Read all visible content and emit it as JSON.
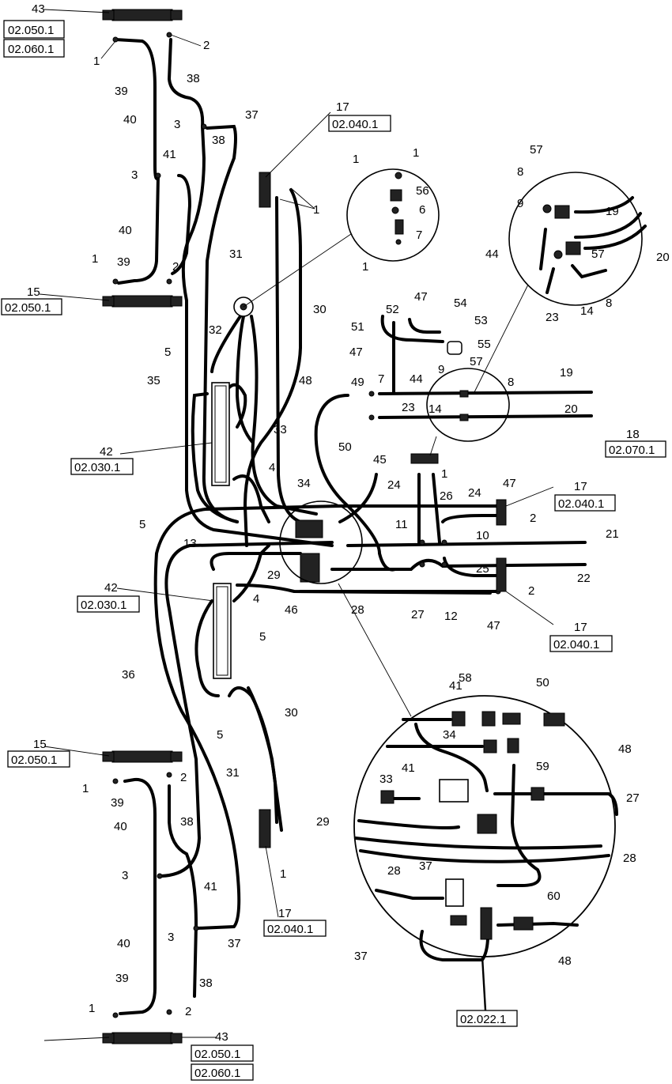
{
  "callouts": {
    "c43_top": "43",
    "c1_a": "1",
    "c2_a": "2",
    "c39_a": "39",
    "c38_a": "38",
    "c40_a": "40",
    "c3_a": "3",
    "c37_a": "37",
    "c38_b": "38",
    "c41_a": "41",
    "c3_b": "3",
    "c40_b": "40",
    "c1_b": "1",
    "c39_b": "39",
    "c2_b": "2",
    "c15_a": "15",
    "c17_a": "17",
    "c1_c": "1",
    "c31_a": "31",
    "c30_a": "30",
    "c32": "32",
    "c5_a": "5",
    "c35": "35",
    "c33_a": "33",
    "c42_a": "42",
    "c4_a": "4",
    "c34_a": "34",
    "c5_b": "5",
    "c13": "13",
    "c29_a": "29",
    "c4_b": "4",
    "c42_b": "42",
    "c5_c": "5",
    "c46": "46",
    "c28_a": "28",
    "c27_a": "27",
    "c12": "12",
    "c47_a": "47",
    "c17_b": "17",
    "c36": "36",
    "c5_d": "5",
    "c30_b": "30",
    "c15_b": "15",
    "c1_d": "1",
    "c2_c": "2",
    "c39_c": "39",
    "c38_c": "38",
    "c40_c": "40",
    "c31_b": "31",
    "c3_c": "3",
    "c41_b": "41",
    "c1_e": "1",
    "c17_c": "17",
    "c3_d": "3",
    "c37_b": "37",
    "c40_d": "40",
    "c39_d": "39",
    "c38_d": "38",
    "c1_f": "1",
    "c2_d": "2",
    "c43_bot": "43",
    "d1_a": "1",
    "d1_b": "1",
    "d56": "56",
    "d6": "6",
    "d7": "7",
    "d1_c": "1",
    "e57_a": "57",
    "e8_a": "8",
    "e9_a": "9",
    "e19_a": "19",
    "e44_a": "44",
    "e57_b": "57",
    "e20_a": "20",
    "e8_b": "8",
    "e14_a": "14",
    "e23_a": "23",
    "f47_a": "47",
    "f52": "52",
    "f54": "54",
    "f51": "51",
    "f53": "53",
    "f47_b": "47",
    "f55": "55",
    "f9": "9",
    "f57": "57",
    "f48_a": "48",
    "f49": "49",
    "f7": "7",
    "f44": "44",
    "f8": "8",
    "f19": "19",
    "f23": "23",
    "f14": "14",
    "f20": "20",
    "f50": "50",
    "f18": "18",
    "f1": "1",
    "f45": "45",
    "f24_a": "24",
    "f26": "26",
    "f24_b": "24",
    "f47_c": "47",
    "f17": "17",
    "f2_a": "2",
    "f11": "11",
    "f10": "10",
    "f21": "21",
    "f25": "25",
    "f22": "22",
    "f2_b": "2",
    "g41_a": "41",
    "g58": "58",
    "g50": "50",
    "g34": "34",
    "g48_a": "48",
    "g41_b": "41",
    "g59": "59",
    "g33": "33",
    "g27": "27",
    "g29": "29",
    "g37_a": "37",
    "g28_a": "28",
    "g28_b": "28",
    "g60": "60",
    "g37_b": "37",
    "g48_b": "48"
  },
  "references": {
    "r_02_050_1_a": "02.050.1",
    "r_02_060_1_a": "02.060.1",
    "r_02_050_1_b": "02.050.1",
    "r_02_040_1_a": "02.040.1",
    "r_02_030_1_a": "02.030.1",
    "r_02_070_1": "02.070.1",
    "r_02_040_1_b": "02.040.1",
    "r_02_030_1_b": "02.030.1",
    "r_02_040_1_c": "02.040.1",
    "r_02_050_1_c": "02.050.1",
    "r_02_040_1_d": "02.040.1",
    "r_02_022_1": "02.022.1",
    "r_02_050_1_d": "02.050.1",
    "r_02_060_1_b": "02.060.1"
  }
}
